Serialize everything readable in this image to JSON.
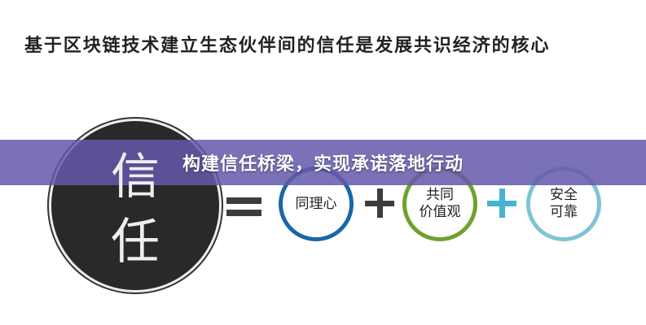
{
  "title": "基于区块链技术建立生态伙伴间的信任是发展共识经济的核心",
  "diagram": {
    "main_top": "信",
    "main_bottom": "任",
    "items": [
      {
        "line1": "同理心",
        "line2": "",
        "color": "#1b66a8"
      },
      {
        "line1": "共同",
        "line2": "价值观",
        "color": "#6ea22c"
      },
      {
        "line1": "安全",
        "line2": "可靠",
        "color": "#7fc4d8"
      }
    ],
    "plus_colors": [
      "#3c3c3c",
      "#46b3d0"
    ]
  },
  "banner": {
    "text": "构建信任桥梁，实现承诺落地行动",
    "color": "#6458aa"
  }
}
